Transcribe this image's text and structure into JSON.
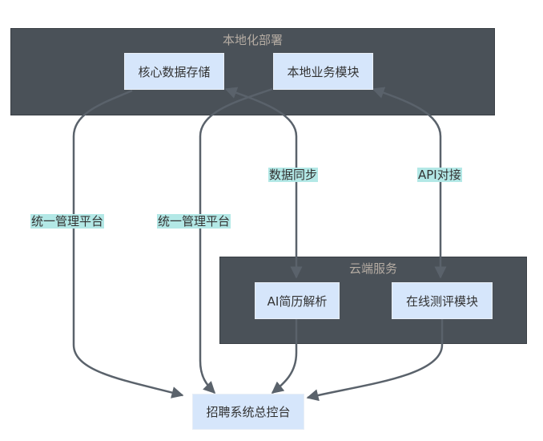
{
  "clusters": {
    "local": {
      "title": "本地化部署"
    },
    "cloud": {
      "title": "云端服务"
    }
  },
  "nodes": {
    "core_storage": "核心数据存储",
    "local_business": "本地业务模块",
    "ai_resume": "AI简历解析",
    "online_test": "在线测评模块",
    "console": "招聘系统总控台"
  },
  "edges": [
    {
      "from": "core_storage",
      "to": "console",
      "label": "统一管理平台"
    },
    {
      "from": "local_business",
      "to": "console",
      "label": "统一管理平台"
    },
    {
      "from": "ai_resume",
      "to": "core_storage",
      "label": "数据同步",
      "bidirectional": true
    },
    {
      "from": "online_test",
      "to": "local_business",
      "label": "API对接",
      "bidirectional": true
    },
    {
      "from": "ai_resume",
      "to": "console",
      "label": ""
    },
    {
      "from": "online_test",
      "to": "console",
      "label": ""
    }
  ],
  "colors": {
    "cluster_bg": "#4a5158",
    "node_bg": "#d6e6fb",
    "edge_label_bg": "#b3e8e6",
    "edge_stroke": "#5a626b"
  }
}
